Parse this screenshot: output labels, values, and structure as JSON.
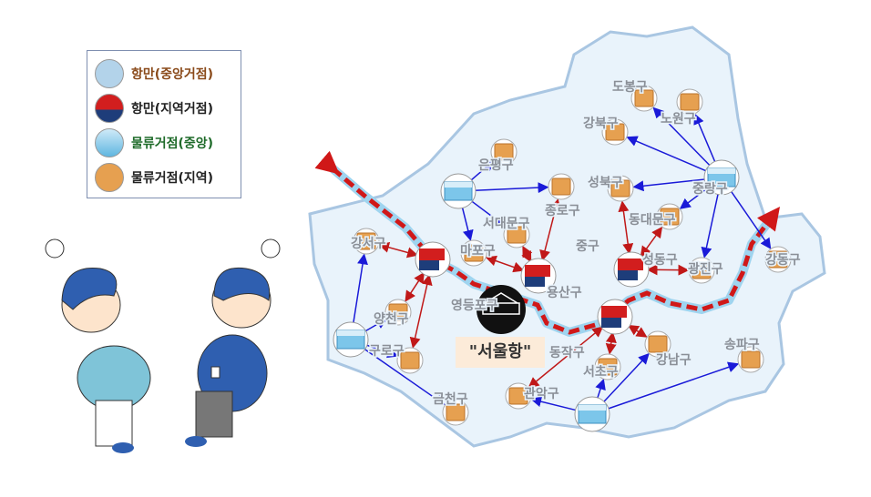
{
  "legend": [
    {
      "label": "항만(중앙거점)",
      "icon": "central-port-icon",
      "color": "#8a4a1a"
    },
    {
      "label": "항만(지역거점)",
      "icon": "container-ship-icon",
      "color": "#222222"
    },
    {
      "label": "물류거점(중앙)",
      "icon": "warehouse-icon",
      "color": "#1f6b2a"
    },
    {
      "label": "물류거점(지역)",
      "icon": "box-icon",
      "color": "#222222"
    }
  ],
  "port_label": "\"서울항\"",
  "districts": [
    "도봉구",
    "강북구",
    "노원구",
    "은평구",
    "성북구",
    "중랑구",
    "종로구",
    "서대문구",
    "동대문구",
    "마포구",
    "중구",
    "강서구",
    "성동구",
    "광진구",
    "강동구",
    "용산구",
    "영등포구",
    "양천구",
    "구로구",
    "동작구",
    "금천구",
    "관악구",
    "서초구",
    "강남구",
    "송파구"
  ],
  "colors": {
    "river": "#9fd4ef",
    "route": "#d01818",
    "hub_link": "#1a1ad8",
    "port_link": "#c01818",
    "map_fill": "#e9f3fb",
    "map_border": "#a9c6e2"
  }
}
